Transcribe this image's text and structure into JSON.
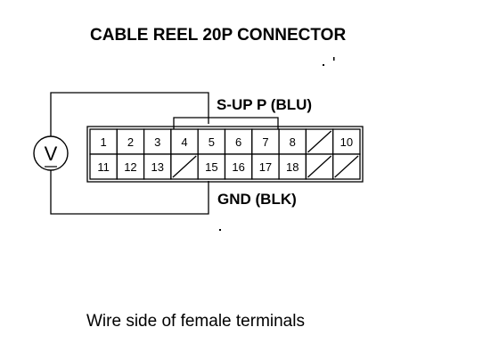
{
  "title": "CABLE REEL 20P CONNECTOR",
  "signal_label": "S-UP P (BLU)",
  "ground_label": "GND (BLK)",
  "caption": "Wire side of female terminals",
  "meter_symbol": "V",
  "connector": {
    "rows": [
      [
        "1",
        "2",
        "3",
        "4",
        "5",
        "6",
        "7",
        "8",
        "",
        "10"
      ],
      [
        "11",
        "12",
        "13",
        "",
        "15",
        "16",
        "17",
        "18",
        "",
        ""
      ]
    ]
  }
}
